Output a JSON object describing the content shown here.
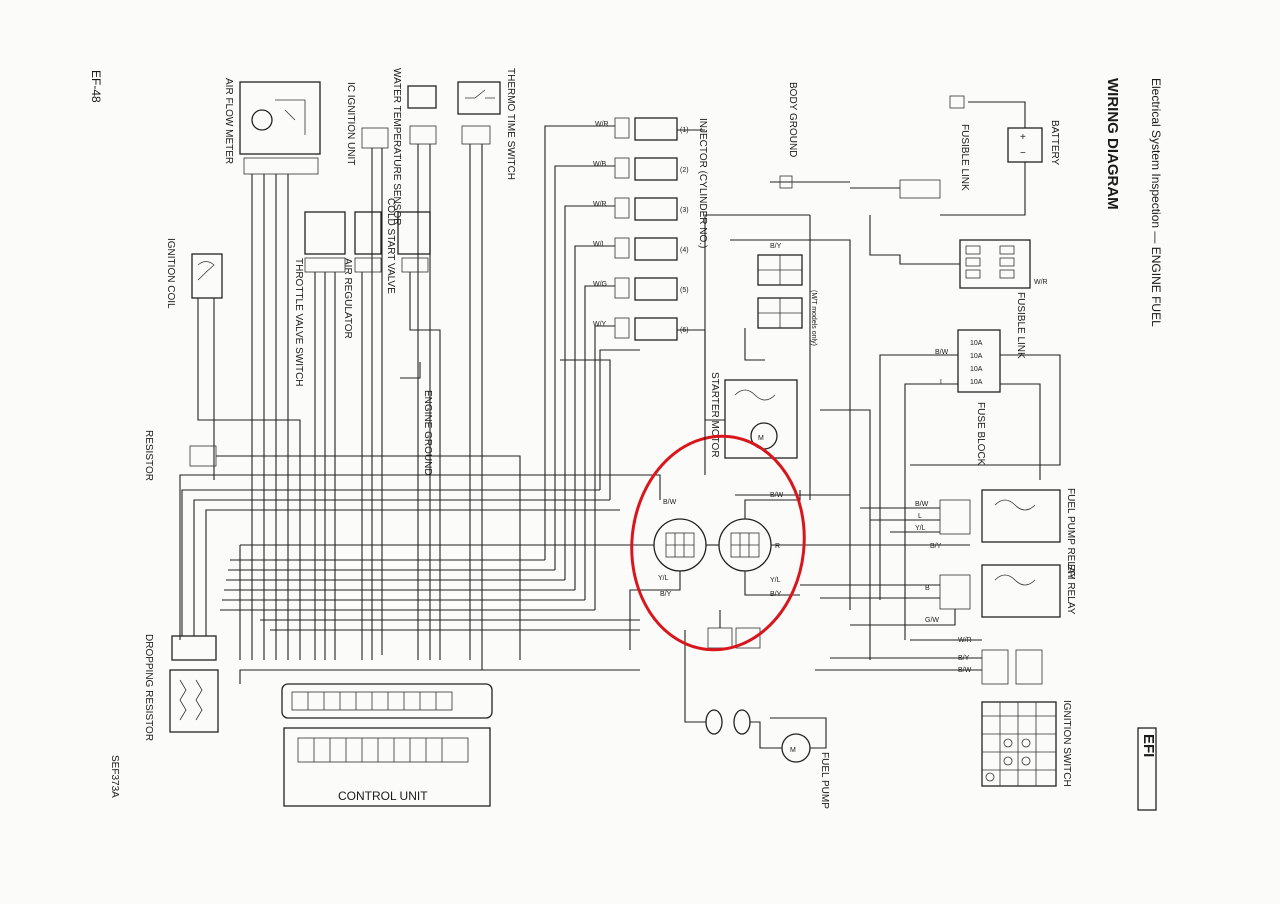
{
  "header": {
    "section": "Electrical System Inspection — ENGINE FUEL",
    "title": "WIRING DIAGRAM",
    "page_code": "EF-48",
    "figure_code": "SEF373A",
    "badge": "EFI"
  },
  "components": {
    "battery": "BATTERY",
    "fusible_link_1": "FUSIBLE LINK",
    "fusible_link_2": "FUSIBLE LINK",
    "fuse_block": "FUSE BLOCK",
    "body_ground": "BODY GROUND",
    "injector": "INJECTOR (CYLINDER NO.)",
    "mt_note": "(M/T models only)",
    "starter_motor": "STARTER MOTOR",
    "fuel_pump_relay": "FUEL PUMP RELAY",
    "efi_relay": "EFI RELAY",
    "ignition_switch": "IGNITION SWITCH",
    "fuel_pump": "FUEL PUMP",
    "thermo_time_switch": "THERMO TIME SWITCH",
    "water_temp_sensor": "WATER TEMPERATURE SENSOR",
    "ic_ignition_unit": "IC IGNITION UNIT",
    "air_flow_meter": "AIR FLOW METER",
    "cold_start_valve": "COLD START VALVE",
    "air_regulator": "AIR REGULATOR",
    "throttle_valve_switch": "THROTTLE VALVE SWITCH",
    "engine_ground": "ENGINE GROUND",
    "ignition_coil": "IGNITION COIL",
    "resistor": "RESISTOR",
    "dropping_resistor": "DROPPING RESISTOR",
    "control_unit": "CONTROL UNIT"
  },
  "injectors": [
    "(1)",
    "(2)",
    "(3)",
    "(4)",
    "(5)",
    "(6)"
  ],
  "wire_codes": {
    "battery": "W/R",
    "fuse1": "B/W",
    "fuse2": "L",
    "starter": "B/Y",
    "relay_a": "B/W",
    "relay_b": "L",
    "relay_c": "Y/L",
    "relay_d": "B/Y",
    "efi_a": "B",
    "efi_b": "G/W",
    "ign_a": "W/R",
    "ign_b": "B/Y",
    "ign_c": "B/W",
    "inj1": "W/R",
    "inj2": "W/B",
    "inj3": "W/R",
    "inj4": "W/L",
    "inj5": "W/G",
    "inj6": "W/Y",
    "ctrl_a": "Y/L",
    "ctrl_b": "B/Y",
    "ctrl_c": "R"
  },
  "fuse_ratings": [
    "10A",
    "10A",
    "10A",
    "10A"
  ],
  "colors": {
    "highlight": "#d8161b",
    "ink": "#222222"
  }
}
